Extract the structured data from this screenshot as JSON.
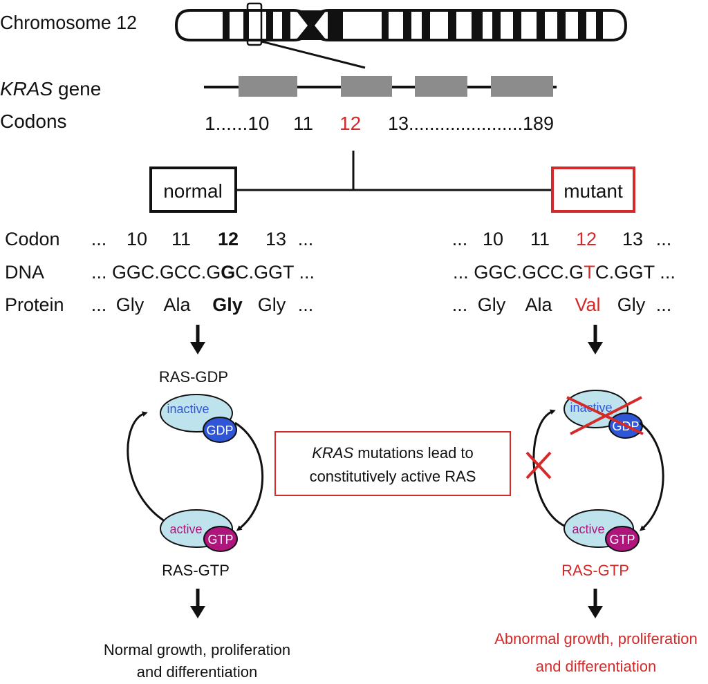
{
  "colors": {
    "ink": "#111111",
    "accent_red": "#d42a2a",
    "exon_gray": "#8c8c8c",
    "protein_fill": "#bfe3ec",
    "gdp_blue": "#2f56d6",
    "gtp_magenta": "#b0157e"
  },
  "header": {
    "chromosome_label": "Chromosome 12",
    "gene_label_italic": "KRAS",
    "gene_label_rest": " gene",
    "codons_label": "Codons"
  },
  "codon_scale": {
    "start": "1......10",
    "c11": "11",
    "c12": "12",
    "end": "13......................189"
  },
  "branches": {
    "normal": "normal",
    "mutant": "mutant"
  },
  "normal_table": {
    "row_labels": [
      "Codon",
      "DNA",
      "Protein"
    ],
    "codon_cells": [
      "...",
      "10",
      "11",
      "12",
      "13",
      "..."
    ],
    "dna_pre": "... GGC.GCC.G",
    "dna_hl": "G",
    "dna_post": "C.GGT ...",
    "protein_cells": [
      "...",
      "Gly",
      "Ala",
      "Gly",
      "Gly",
      "..."
    ]
  },
  "mutant_table": {
    "codon_cells": [
      "...",
      "10",
      "11",
      "12",
      "13",
      "..."
    ],
    "dna_pre": "... GGC.GCC.G",
    "dna_hl": "T",
    "dna_post": "C.GGT ...",
    "protein_cells": [
      "...",
      "Gly",
      "Ala",
      "Val",
      "Gly",
      "..."
    ]
  },
  "normal_cycle": {
    "top_label": "RAS-GDP",
    "inactive_text": "inactive",
    "gdp_text": "GDP",
    "active_text": "active",
    "gtp_text": "GTP",
    "bottom_label": "RAS-GTP",
    "outcome_line1": "Normal growth, proliferation",
    "outcome_line2": "and differentiation"
  },
  "mutant_cycle": {
    "inactive_text": "inactive",
    "gdp_text": "GDP",
    "active_text": "active",
    "gtp_text": "GTP",
    "bottom_label": "RAS-GTP",
    "outcome_line1": "Abnormal growth, proliferation",
    "outcome_line2": "and differentiation"
  },
  "callout": {
    "line1_italic": "KRAS",
    "line1_rest": " mutations lead to",
    "line2": "constitutively active RAS"
  }
}
